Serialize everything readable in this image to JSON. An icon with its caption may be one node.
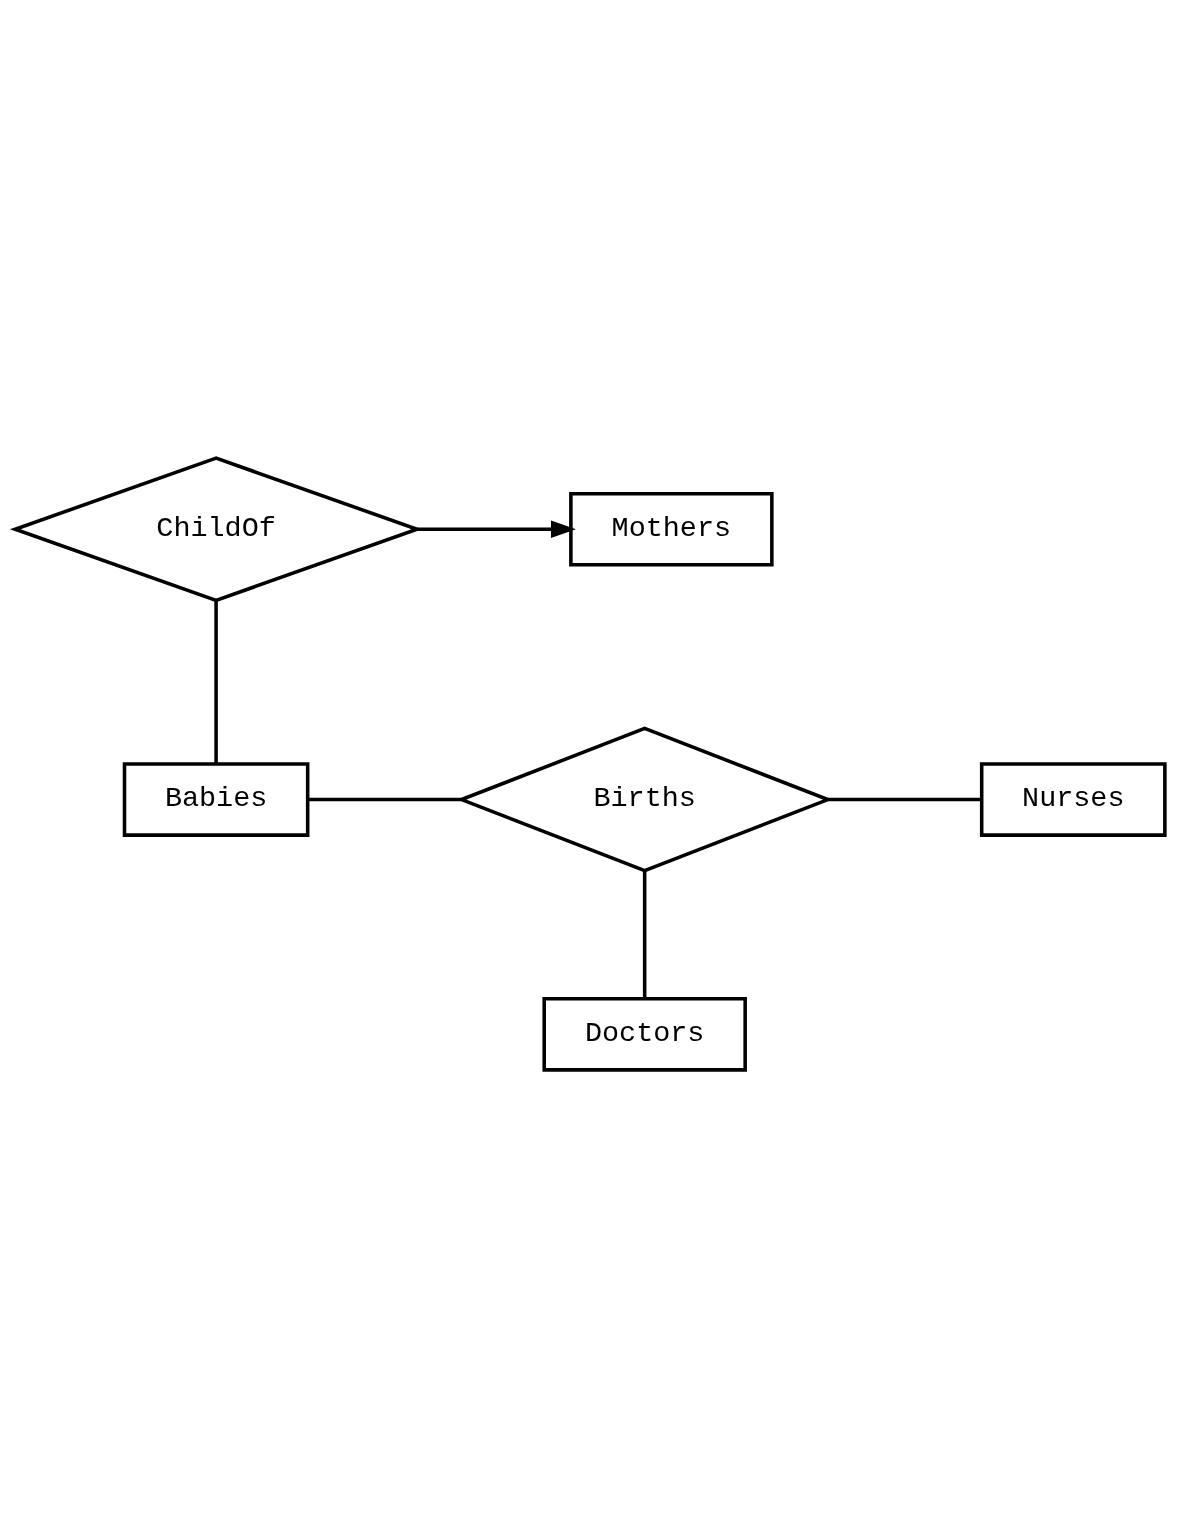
{
  "diagram": {
    "nodes": [
      {
        "text": [
          "ChildOf"
        ]
      },
      {
        "text": [
          "Mothers"
        ]
      },
      {
        "text": [
          "Babies"
        ]
      },
      {
        "text": [
          "Births"
        ]
      },
      {
        "text": [
          "Nurses"
        ]
      },
      {
        "text": [
          "Doctors"
        ]
      }
    ],
    "edges": [
      {
        "from": 0,
        "to": 1,
        "arrow": "to"
      },
      {
        "from": 0,
        "to": 2,
        "arrow": "none"
      },
      {
        "from": 2,
        "to": 3,
        "arrow": "none"
      },
      {
        "from": 3,
        "to": 4,
        "arrow": "none"
      },
      {
        "from": 3,
        "to": 5,
        "arrow": "none"
      }
    ]
  }
}
